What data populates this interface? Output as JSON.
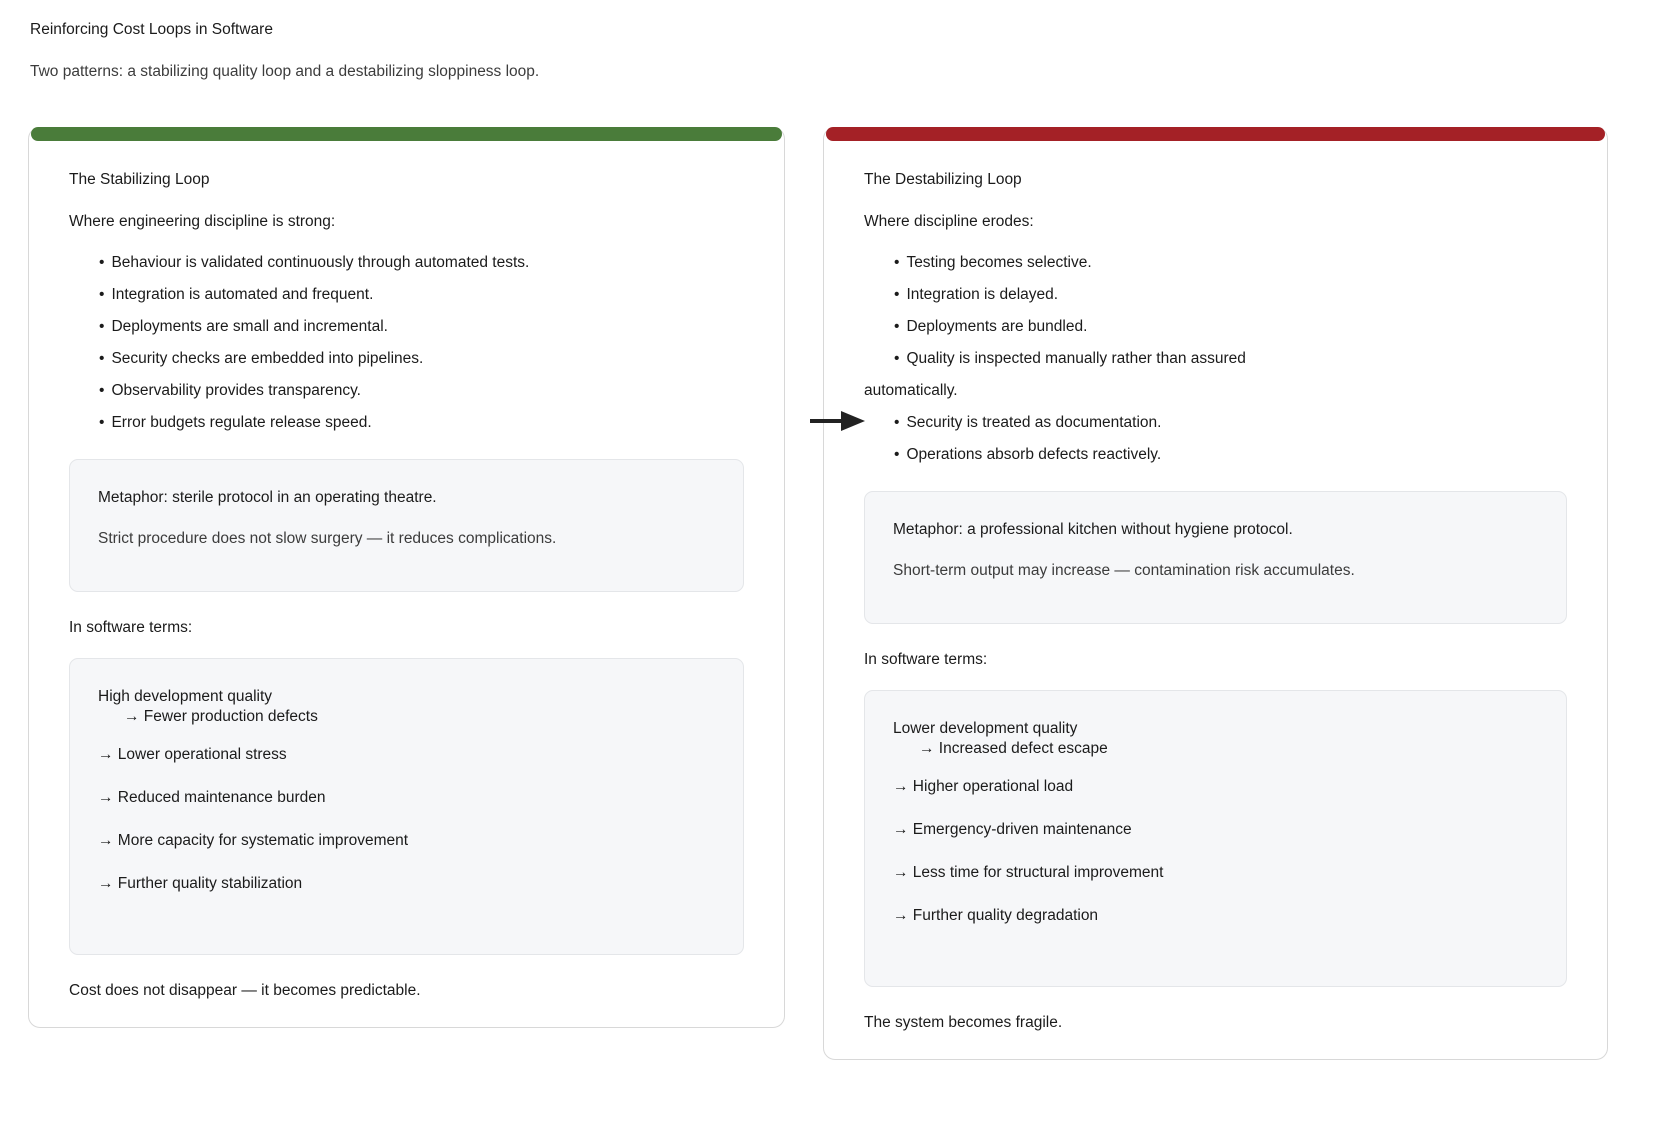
{
  "header": {
    "title": "Reinforcing Cost Loops in Software",
    "subtitle": "Two patterns: a stabilizing quality loop and a destabilizing sloppiness loop."
  },
  "colors": {
    "stabilizing_accent": "#4a7c3a",
    "destabilizing_accent": "#a42126",
    "inset_background": "#f6f7f9",
    "inset_border": "#e4e6e9",
    "card_border": "#d8d8d8",
    "text": "#1b1b1b",
    "muted_text": "#3c3c3c"
  },
  "connector": {
    "icon": "arrow-right-icon",
    "direction": "left-to-right"
  },
  "left_card": {
    "title": "The Stabilizing Loop",
    "lead": "Where engineering discipline is strong:",
    "bullet_glyph": "•",
    "bullets": [
      "Behaviour is validated continuously through automated tests.",
      "Integration is automated and frequent.",
      "Deployments are small and incremental.",
      "Security checks are embedded into pipelines.",
      "Observability provides transparency.",
      "Error budgets regulate release speed."
    ],
    "metaphor": {
      "headline": "Metaphor: sterile protocol in an operating theatre.",
      "detail": "Strict procedure does not slow surgery — it reduces complications."
    },
    "section_label": "In software terms:",
    "flow": {
      "start": "High development quality",
      "start_consequence": "→ Fewer production defects",
      "steps": [
        "→ Lower operational stress",
        "→ Reduced maintenance burden",
        "→ More capacity for systematic improvement",
        "→ Further quality stabilization"
      ]
    },
    "footnote": "Cost does not disappear — it becomes predictable."
  },
  "right_card": {
    "title": "The Destabilizing Loop",
    "lead": "Where discipline erodes:",
    "bullet_glyph": "•",
    "bullets": [
      "Testing becomes selective.",
      "Integration is delayed.",
      "Deployments are bundled.",
      "Quality is inspected manually rather than assured",
      "Security is treated as documentation.",
      "Operations absorb defects reactively."
    ],
    "bullet_wrap_continuation": "automatically.",
    "metaphor": {
      "headline": "Metaphor: a professional kitchen without hygiene protocol.",
      "detail": "Short-term output may increase — contamination risk accumulates."
    },
    "section_label": "In software terms:",
    "flow": {
      "start": "Lower development quality",
      "start_consequence": "→ Increased defect escape",
      "steps": [
        "→ Higher operational load",
        "→ Emergency-driven maintenance",
        "→ Less time for structural improvement",
        "→ Further quality degradation"
      ]
    },
    "footnote": "The system becomes fragile."
  }
}
